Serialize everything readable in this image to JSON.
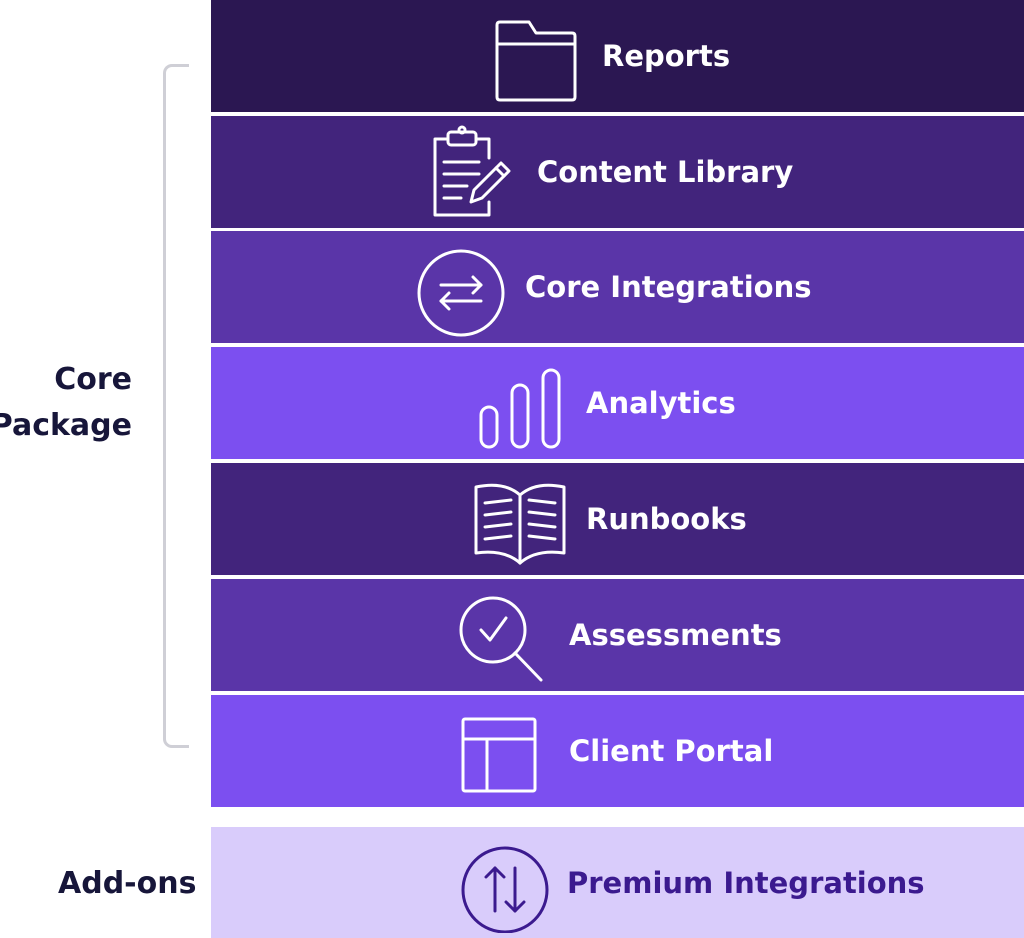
{
  "groups": {
    "core": {
      "line1": "Core",
      "line2": "Package"
    },
    "addons": {
      "label": "Add-ons"
    }
  },
  "layers": [
    {
      "label": "Reports",
      "icon": "folder-icon",
      "color": "#2b1752"
    },
    {
      "label": "Content Library",
      "icon": "clipboard-pencil-icon",
      "color": "#42247c"
    },
    {
      "label": "Core Integrations",
      "icon": "swap-arrows-icon",
      "color": "#5a35a8"
    },
    {
      "label": "Analytics",
      "icon": "bar-chart-icon",
      "color": "#7c4ff0"
    },
    {
      "label": "Runbooks",
      "icon": "open-book-icon",
      "color": "#42247c"
    },
    {
      "label": "Assessments",
      "icon": "magnifier-check-icon",
      "color": "#5a35a8"
    },
    {
      "label": "Client Portal",
      "icon": "layout-icon",
      "color": "#7c4ff0"
    }
  ],
  "addon": {
    "label": "Premium Integrations",
    "icon": "up-down-arrows-icon",
    "color": "#d9ccfb",
    "text_color": "#3b1a8f"
  }
}
